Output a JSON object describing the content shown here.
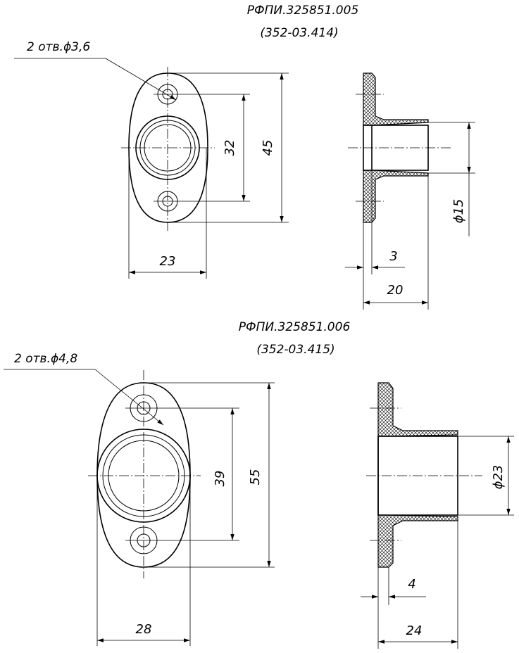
{
  "part1": {
    "code": "РФПИ.325851.005",
    "variant": "(352-03.414)",
    "holes_callout": "2 отв.ϕ3,6",
    "dims": {
      "hole_spacing": "32",
      "height": "45",
      "width": "23",
      "flange_thickness": "3",
      "length": "20",
      "bore": "ϕ15"
    }
  },
  "part2": {
    "code": "РФПИ.325851.006",
    "variant": "(352-03.415)",
    "holes_callout": "2 отв.ϕ4,8",
    "dims": {
      "hole_spacing": "39",
      "height": "55",
      "width": "28",
      "flange_thickness": "4",
      "length": "24",
      "bore": "ϕ23"
    }
  }
}
